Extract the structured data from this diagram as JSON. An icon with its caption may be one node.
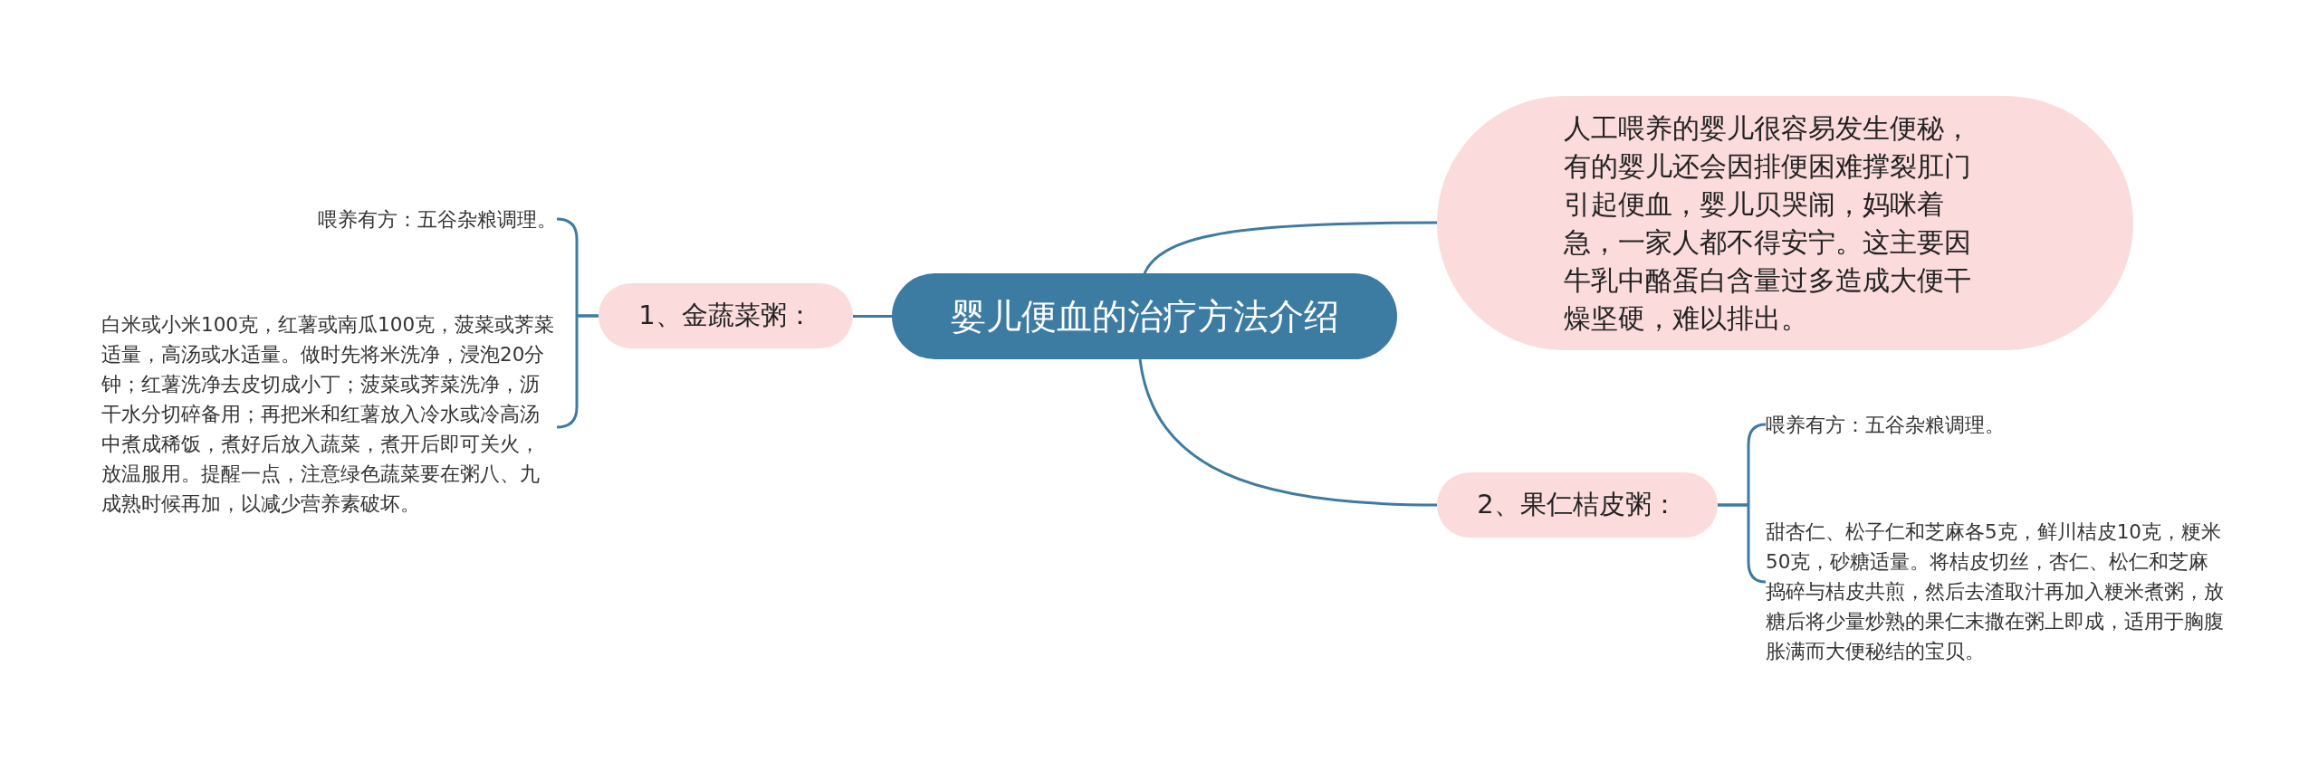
{
  "diagram": {
    "nodes": [
      {
        "text": [
          "婴儿便血的治疗方法介绍"
        ]
      },
      {
        "text": [
          "人工喂养的婴儿很容易发生便秘，有的婴儿还会因排便困难撑裂肛门引起便血，婴儿贝哭闹，妈咪着急，一家人都不得安宁。这主要因牛乳中酪蛋白含量过多造成大便干燥坚硬，难以排出。"
        ]
      },
      {
        "text": [
          "1、金蔬菜粥："
        ]
      },
      {
        "text": [
          "喂养有方：五谷杂粮调理。"
        ]
      },
      {
        "text": [
          "白米或小米100克，红薯或南瓜100克，菠菜或荠菜适量，高汤或水适量。做时先将米洗净，浸泡20分钟；红薯洗净去皮切成小丁；菠菜或荠菜洗净，沥干水分切碎备用；再把米和红薯放入冷水或冷高汤中煮成稀饭，煮好后放入蔬菜，煮开后即可关火，放温服用。提醒一点，注意绿色蔬菜要在粥八、九成熟时候再加，以减少营养素破坏。"
        ]
      },
      {
        "text": [
          "2、果仁桔皮粥："
        ]
      },
      {
        "text": [
          "喂养有方：五谷杂粮调理。"
        ]
      },
      {
        "text": [
          "甜杏仁、松子仁和芝麻各5克，鲜川桔皮10克，粳米50克，砂糖适量。将桔皮切丝，杏仁、松仁和芝麻捣碎与桔皮共煎，然后去渣取汁再加入粳米煮粥，放糖后将少量炒熟的果仁末撒在粥上即成，适用于胸腹胀满而大便秘结的宝贝。"
        ]
      }
    ],
    "edges": [
      {
        "from": 0,
        "to": 1,
        "arrow": "none"
      },
      {
        "from": 0,
        "to": 2,
        "arrow": "none"
      },
      {
        "from": 2,
        "to": 3,
        "arrow": "none"
      },
      {
        "from": 2,
        "to": 4,
        "arrow": "none"
      },
      {
        "from": 0,
        "to": 5,
        "arrow": "none"
      },
      {
        "from": 5,
        "to": 6,
        "arrow": "none"
      },
      {
        "from": 5,
        "to": 7,
        "arrow": "none"
      }
    ]
  }
}
